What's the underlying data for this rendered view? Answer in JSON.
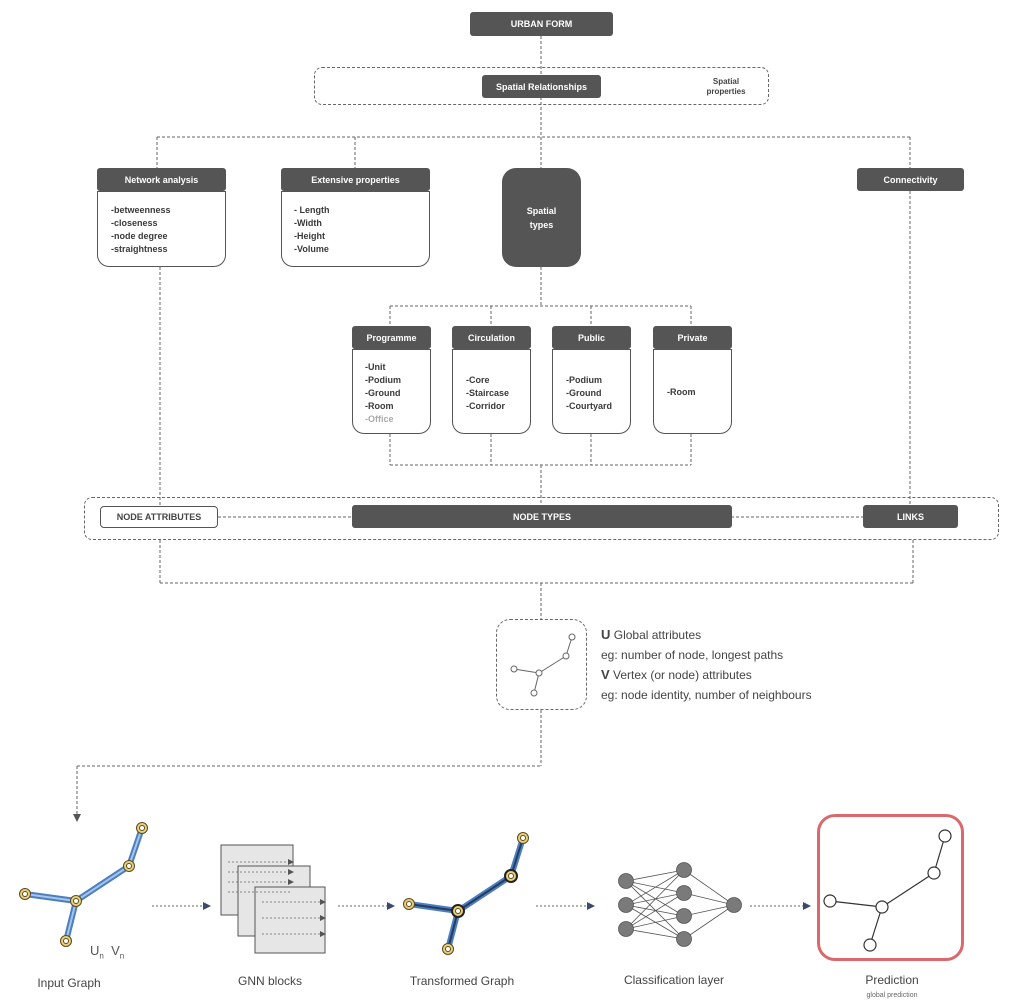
{
  "top": {
    "urban_form": "URBAN FORM",
    "spatial_relationships": "Spatial Relationships",
    "spatial_properties": "Spatial\nproperties"
  },
  "categories": {
    "network_analysis": {
      "title": "Network analysis",
      "items": [
        "-betweenness",
        "-closeness",
        "-node degree",
        "-straightness"
      ]
    },
    "extensive_properties": {
      "title": "Extensive properties",
      "items": [
        "- Length",
        "-Width",
        "-Height",
        "-Volume"
      ]
    },
    "spatial_types": "Spatial\ntypes",
    "connectivity": "Connectivity"
  },
  "types": {
    "programme": {
      "title": "Programme",
      "items": [
        "-Unit",
        "-Podium",
        "-Ground",
        "-Room"
      ],
      "faded_item": "-Office"
    },
    "circulation": {
      "title": "Circulation",
      "items": [
        "-Core",
        "-Staircase",
        "-Corridor"
      ]
    },
    "public": {
      "title": "Public",
      "items": [
        "-Podium",
        "-Ground",
        "-Courtyard"
      ]
    },
    "private": {
      "title": "Private",
      "items": [
        "-Room"
      ]
    }
  },
  "graph_row": {
    "node_attributes": "NODE ATTRIBUTES",
    "node_types": "NODE TYPES",
    "links": "LINKS"
  },
  "attributes": {
    "u_letter": "U",
    "u_text": "Global attributes",
    "u_example": "eg: number of node, longest paths",
    "v_letter": "V",
    "v_text": "Vertex (or node) attributes",
    "v_example": "eg: node identity, number of neighbours"
  },
  "pipeline": {
    "input_graph": "Input Graph",
    "un": "U",
    "un_sub": "n",
    "vn": "V",
    "vn_sub": "n",
    "gnn_blocks": "GNN blocks",
    "transformed_graph": "Transformed Graph",
    "classification_layer": "Classification layer",
    "prediction": "Prediction",
    "global_prediction": "global prediction"
  },
  "colors": {
    "dark_box": "#555555",
    "edge_blue": "#4a7fc1",
    "edge_blue_light": "#a9c4e6",
    "node_yellow": "#e8d07a",
    "prediction_border": "#d9696c",
    "nn_node": "#7a7a7a"
  }
}
